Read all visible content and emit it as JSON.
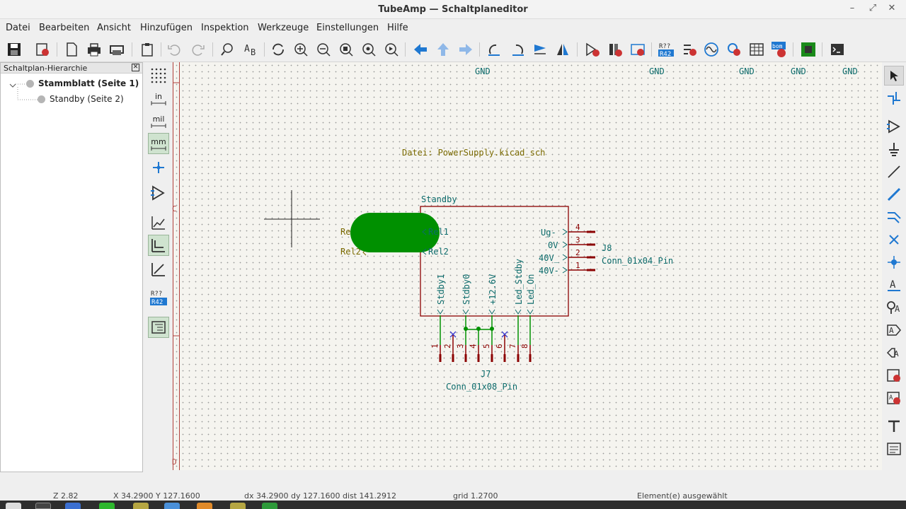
{
  "window": {
    "title": "TubeAmp — Schaltplaneditor"
  },
  "menu": [
    "Datei",
    "Bearbeiten",
    "Ansicht",
    "Hinzufügen",
    "Inspektion",
    "Werkzeuge",
    "Einstellungen",
    "Hilfe"
  ],
  "hierarchy": {
    "header": "Schaltplan-Hierarchie",
    "root": "Stammblatt (Seite 1)",
    "child": "Standby (Seite 2)"
  },
  "left_tools": {
    "in": "in",
    "mil": "mil",
    "mm": "mm",
    "ref_top": "R??",
    "ref_bottom": "R42"
  },
  "schematic": {
    "gnd_labels": [
      "GND",
      "GND",
      "GND",
      "GND",
      "GND"
    ],
    "border_c": "C",
    "border_d": "D",
    "sheet_file": "Datei: PowerSupply.kicad_sch",
    "sheet_name": "Standby",
    "pin_rel1_left": "Rel1",
    "pin_rel2_left": "Rel2",
    "pin_rel1_inner": "Rel1",
    "pin_rel2_inner": "Rel2",
    "right_pins": [
      "Ug-",
      "0V",
      "40V_",
      "40V-"
    ],
    "right_nums": [
      "4",
      "3",
      "2",
      "1"
    ],
    "j8_ref": "J8",
    "j8_value": "Conn_01x04_Pin",
    "bottom_pins": [
      "Stdby1",
      "Stdby0",
      "+12.6V",
      "Led_Stdby",
      "Led_On"
    ],
    "j7_nums": [
      "1",
      "2",
      "3",
      "4",
      "5",
      "6",
      "7",
      "8"
    ],
    "j7_ref": "J7",
    "j7_value": "Conn_01x08_Pin"
  },
  "status": {
    "zoom": "Z 2.82",
    "coords": "X 34.2900  Y 127.1600",
    "delta": "dx 34.2900  dy 127.1600  dist 141.2912",
    "grid": "grid 1.2700",
    "selection": "Element(e) ausgewählt"
  },
  "colors": {
    "wire": "#009000",
    "pin": "#8b0000",
    "label": "#0c6b6b",
    "field": "#7a6a00",
    "highlight": "#009000"
  }
}
